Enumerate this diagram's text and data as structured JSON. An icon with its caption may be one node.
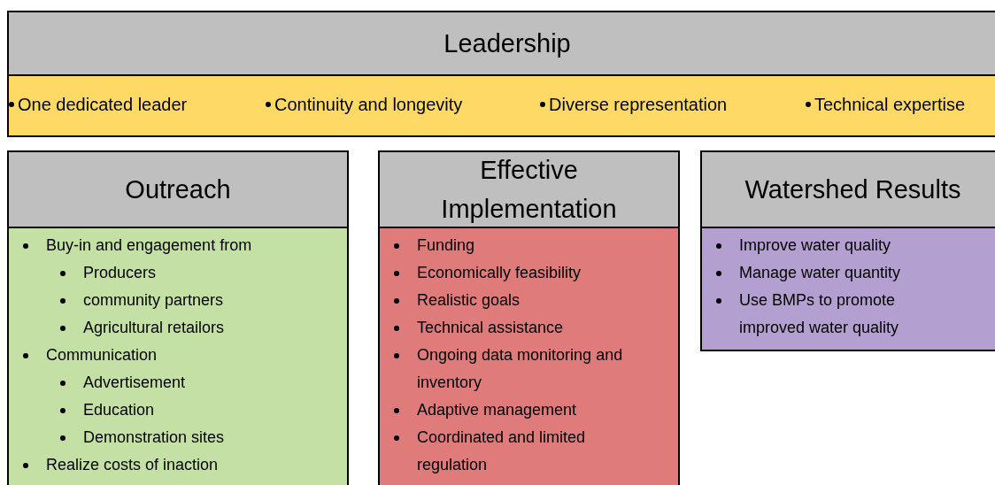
{
  "diagram": {
    "nodes": [
      {
        "text": [
          "Leadership"
        ]
      },
      {
        "text": [
          "One dedicated leader",
          "Continuity and longevity",
          "Diverse representation",
          "Technical expertise"
        ]
      },
      {
        "text": [
          "Outreach"
        ]
      },
      {
        "text": [
          "Buy-in and engagement from",
          "Producers",
          "community partners",
          "Agricultural retailors",
          "Communication",
          "Advertisement",
          "Education",
          "Demonstration sites",
          "Realize costs of inaction"
        ]
      },
      {
        "text": [
          "Effective Implementation"
        ]
      },
      {
        "text": [
          "Funding",
          "Economically feasibility",
          "Realistic goals",
          "Technical assistance",
          "Ongoing data monitoring and inventory",
          "Adaptive management",
          "Coordinated and limited regulation"
        ]
      },
      {
        "text": [
          "Watershed Results"
        ]
      },
      {
        "text": [
          "Improve water quality",
          "Manage water quantity",
          "Use BMPs to promote improved water quality"
        ]
      }
    ]
  }
}
